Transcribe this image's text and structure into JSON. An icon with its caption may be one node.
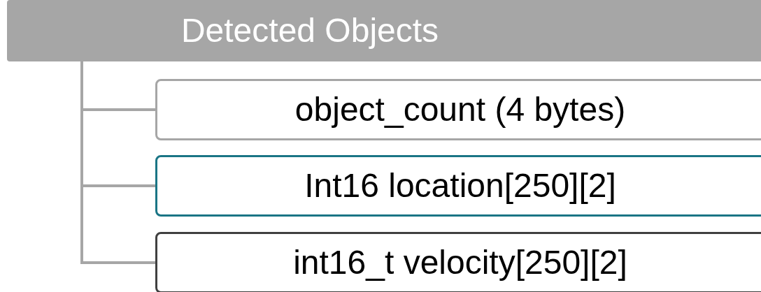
{
  "diagram": {
    "nodes": [
      {
        "text": [
          "Detected Objects"
        ]
      },
      {
        "text": [
          "object_count (4 bytes)"
        ]
      },
      {
        "text": [
          "Int16 location[250][2]"
        ]
      },
      {
        "text": [
          "int16_t velocity[250][2]"
        ]
      }
    ],
    "edges": [
      {
        "from": 0,
        "to": 1,
        "arrow": "none"
      },
      {
        "from": 0,
        "to": 2,
        "arrow": "none"
      },
      {
        "from": 0,
        "to": 3,
        "arrow": "none"
      }
    ]
  }
}
